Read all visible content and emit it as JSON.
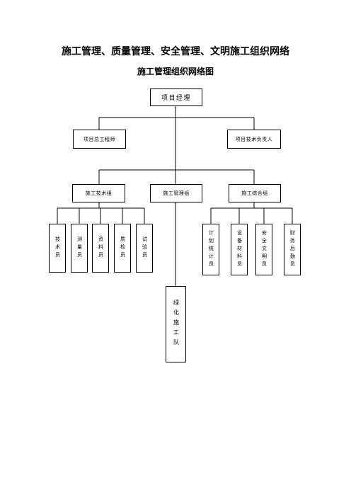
{
  "title": "施工管理、质量管理、安全管理、文明施工组织网络",
  "subtitle": "施工管理组织网络图",
  "org": {
    "root": "项目经理",
    "level2": [
      "项目总工程师",
      "项目技术负责人"
    ],
    "level3": [
      "施工技术组",
      "施工管理组",
      "施工综合组"
    ],
    "tech_staff": [
      "技术员",
      "测量员",
      "资料员",
      "质检员",
      "试验员"
    ],
    "mgmt_team": "绿化施工队",
    "general_staff": [
      "计划统计员",
      "设备材料员",
      "安全文明员",
      "财务后勤员"
    ]
  }
}
